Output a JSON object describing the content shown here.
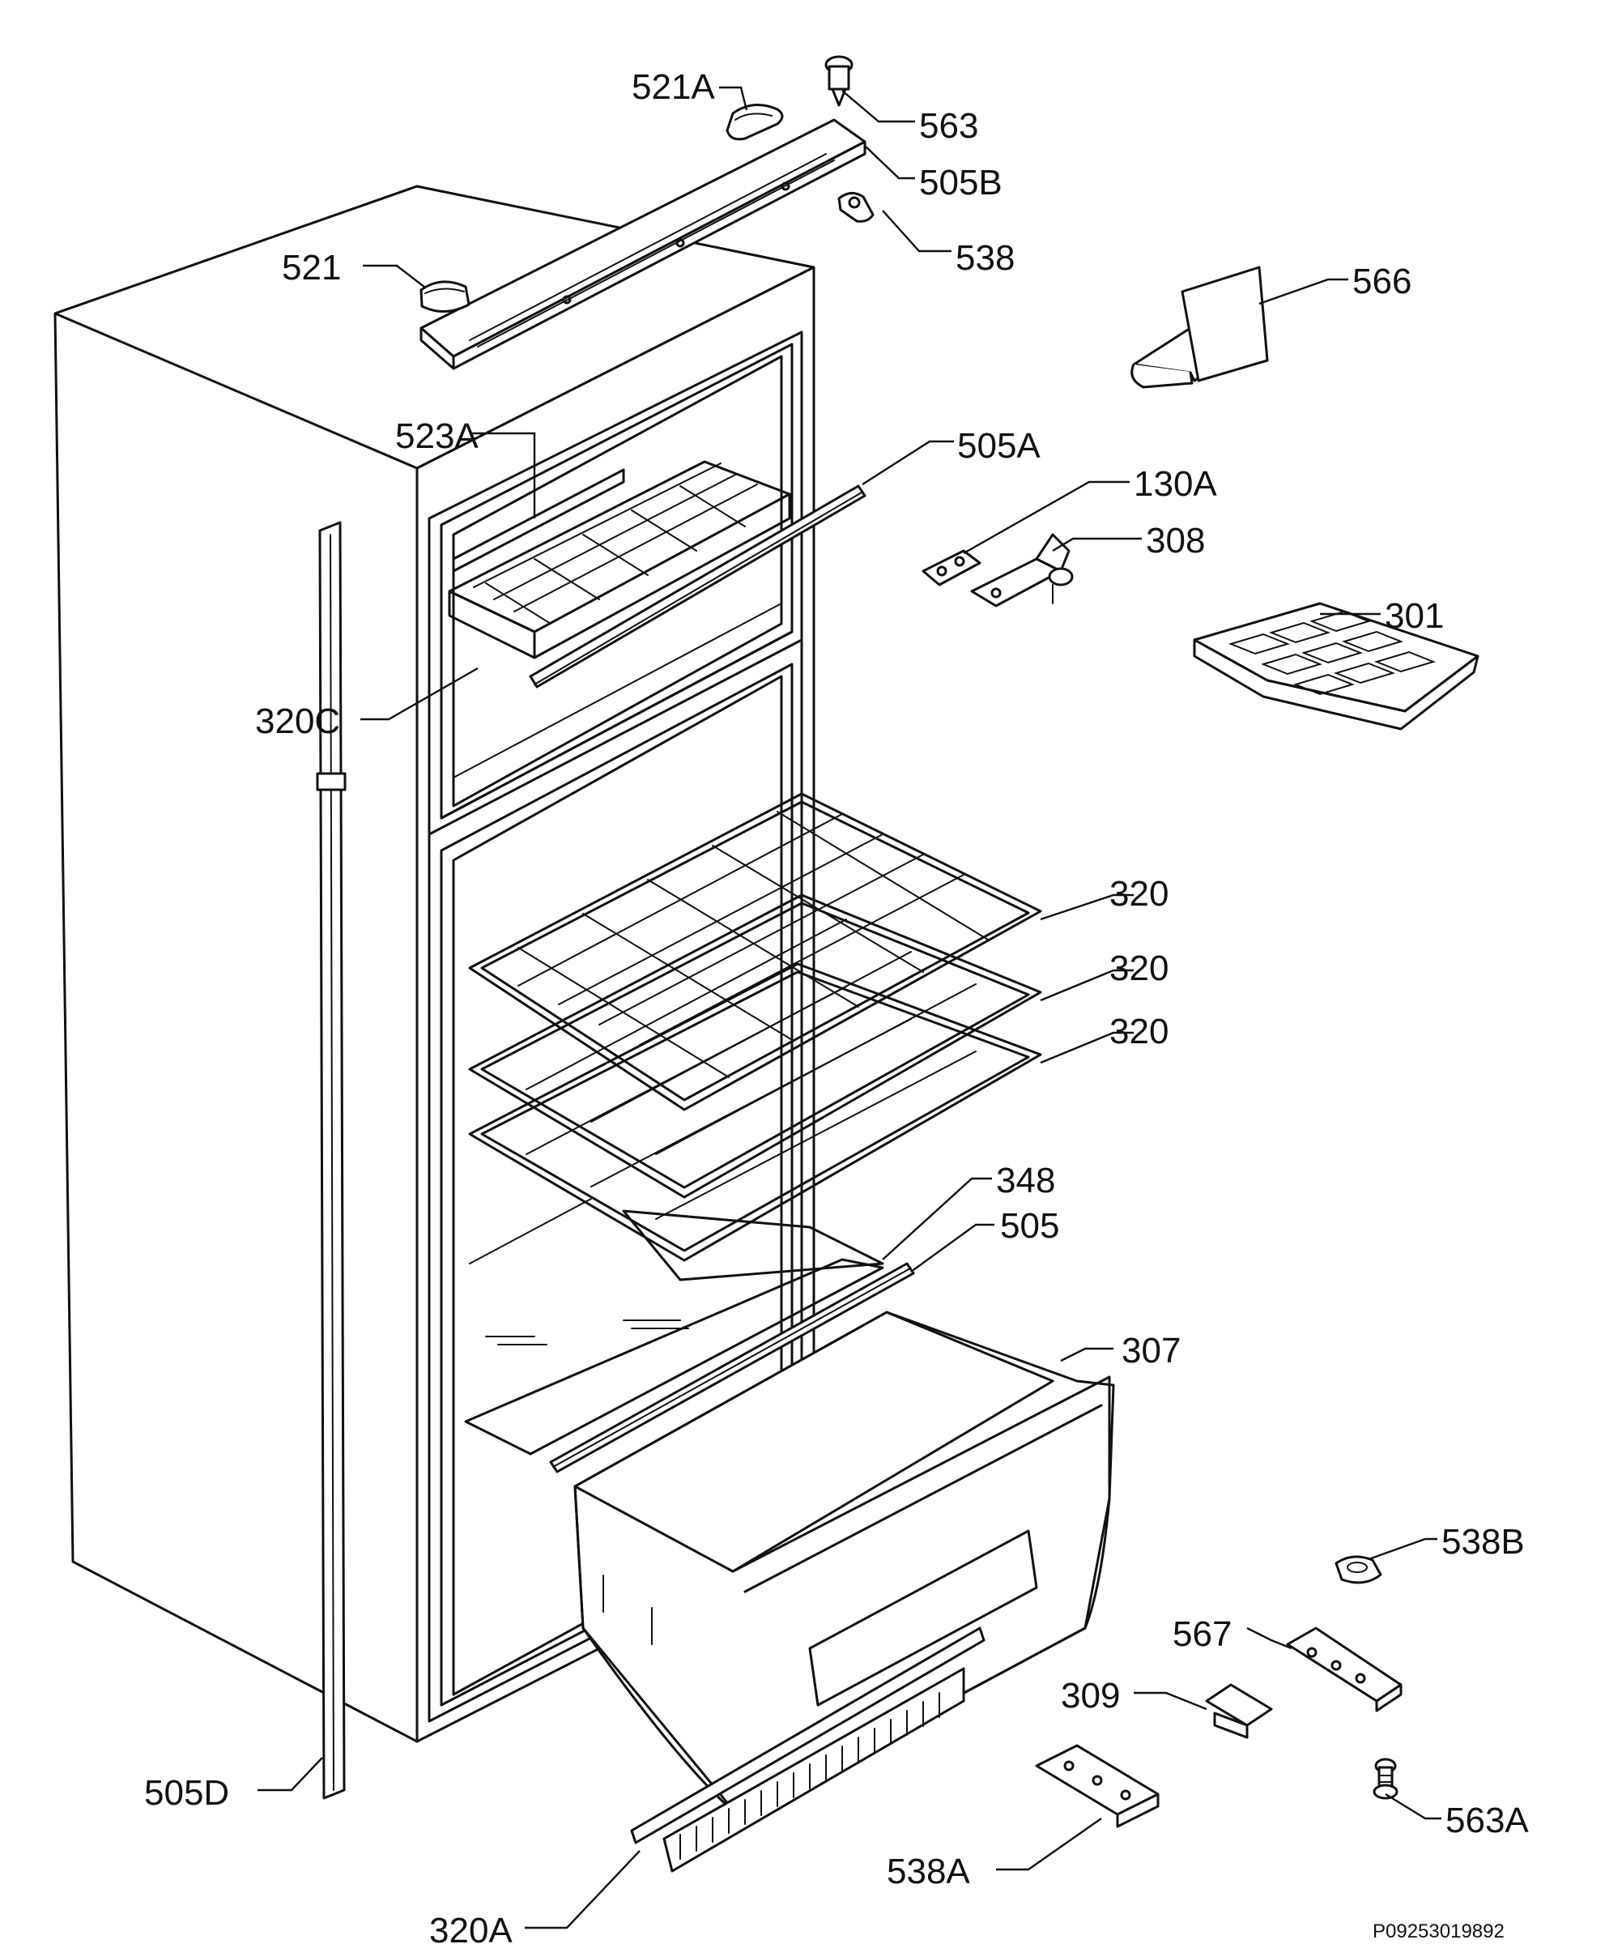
{
  "labels": {
    "p521a": "521A",
    "p563": "563",
    "p505b": "505B",
    "p538": "538",
    "p521": "521",
    "p566": "566",
    "p523a": "523A",
    "p505a": "505A",
    "p130a": "130A",
    "p308": "308",
    "p301": "301",
    "p320c": "320C",
    "p320_1": "320",
    "p320_2": "320",
    "p320_3": "320",
    "p348": "348",
    "p505": "505",
    "p307": "307",
    "p538b": "538B",
    "p567": "567",
    "p309": "309",
    "p505d": "505D",
    "p563a": "563A",
    "p538a": "538A",
    "p320a": "320A"
  },
  "reference_number": "P09253019892"
}
